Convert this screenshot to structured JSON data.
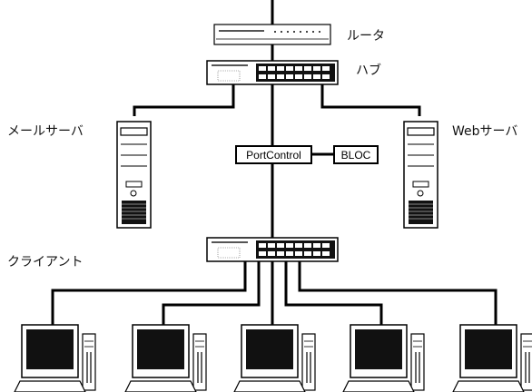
{
  "labels": {
    "router": "ルータ",
    "hub": "ハブ",
    "mail_server": "メールサーバ",
    "web_server": "Webサーバ",
    "clients": "クライアント"
  },
  "boxes": {
    "portcontrol": "PortControl",
    "bloc": "BLOC"
  },
  "colors": {
    "line": "#000000",
    "device_fill": "#ffffff",
    "screen": "#111111"
  }
}
